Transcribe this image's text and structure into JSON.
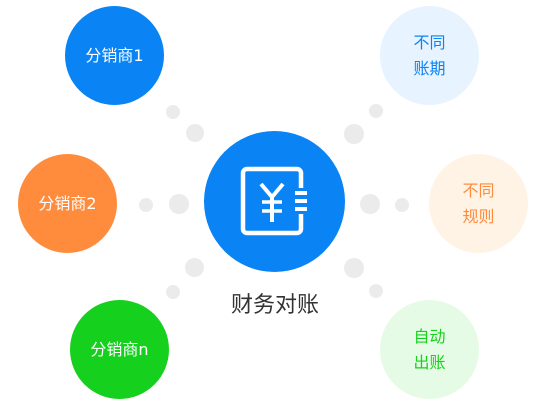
{
  "center": {
    "label": "财务对账",
    "icon": "yuan-ledger-icon",
    "color": "#0a84f5"
  },
  "distributors": [
    {
      "label": "分销商1",
      "color": "#0a84f5",
      "text_color": "#ffffff"
    },
    {
      "label": "分销商2",
      "color": "#ff8c3c",
      "text_color": "#ffffff"
    },
    {
      "label": "分销商n",
      "color": "#15d11d",
      "text_color": "#ffffff"
    }
  ],
  "features": [
    {
      "label": "不同\n账期",
      "color": "#e7f3fe",
      "text_color": "#0a84f5"
    },
    {
      "label": "不同\n规则",
      "color": "#fff3e6",
      "text_color": "#ff8c3c"
    },
    {
      "label": "自动\n出账",
      "color": "#e6fbe6",
      "text_color": "#15d11d"
    }
  ],
  "connector_dot_color": "#ebebeb"
}
